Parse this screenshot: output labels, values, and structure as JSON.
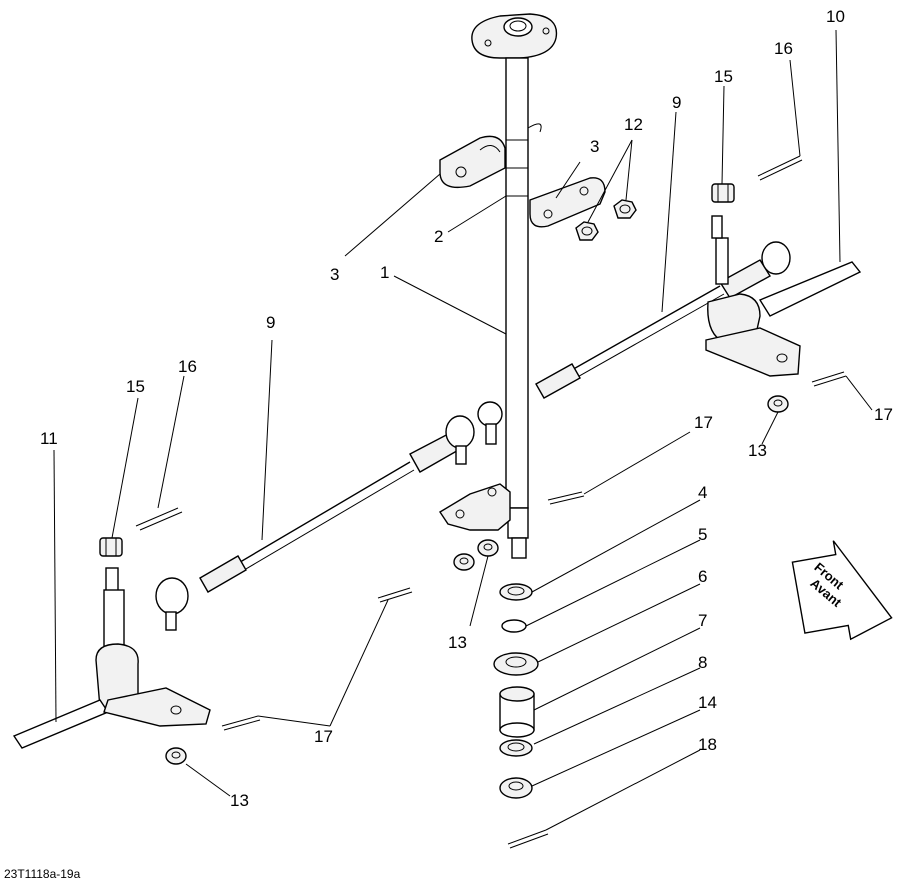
{
  "callouts": {
    "c1": "1",
    "c2": "2",
    "c3a": "3",
    "c3b": "3",
    "c4": "4",
    "c5": "5",
    "c6": "6",
    "c7": "7",
    "c8": "8",
    "c9a": "9",
    "c9b": "9",
    "c10": "10",
    "c11": "11",
    "c12": "12",
    "c13a": "13",
    "c13b": "13",
    "c13c": "13",
    "c14": "14",
    "c15a": "15",
    "c15b": "15",
    "c16a": "16",
    "c16b": "16",
    "c17a": "17",
    "c17b": "17",
    "c17c": "17",
    "c18": "18"
  },
  "front_arrow": {
    "line1": "Front",
    "line2": "Avant"
  },
  "reference": "23T1118a-19a",
  "colors": {
    "ink": "#000000",
    "paper": "#ffffff",
    "shade": "#f2f2f2"
  }
}
